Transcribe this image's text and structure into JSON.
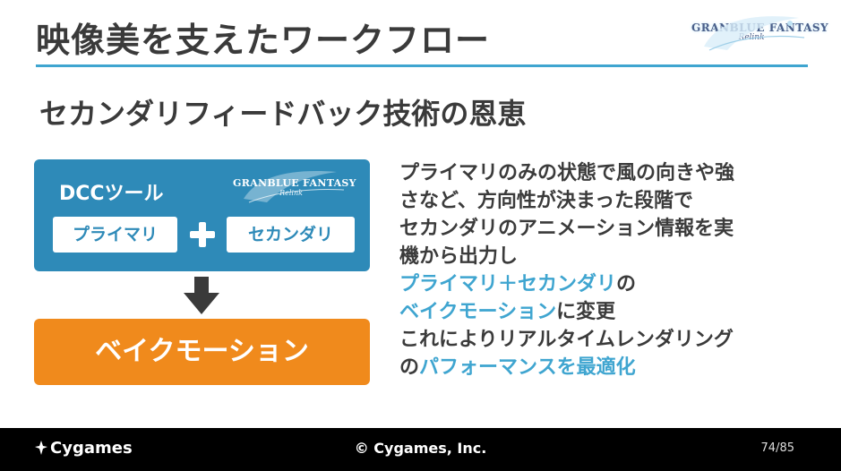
{
  "slide": {
    "title": "映像美を支えたワークフロー",
    "subtitle": "セカンダリフィードバック技術の恩恵",
    "logo": {
      "main": "GRANBLUE FANTASY",
      "sub": "Relink"
    }
  },
  "diagram": {
    "dcc_label": "DCCツール",
    "dcc_logo": {
      "main": "GRANBLUE FANTASY",
      "sub": "Relink"
    },
    "primary": "プライマリ",
    "secondary": "セカンダリ",
    "result": "ベイクモーション"
  },
  "description": {
    "line1": "プライマリのみの状態で風の向きや強",
    "line2": "さなど、方向性が決まった段階で",
    "line3": "セカンダリのアニメーション情報を実",
    "line4": "機から出力し",
    "line5_hl": "プライマリ＋セカンダリ",
    "line5_rest": "の",
    "line6_hl": "ベイクモーション",
    "line6_rest": "に変更",
    "line7": "これによりリアルタイムレンダリング",
    "line8_pre": "の",
    "line8_hl": "パフォーマンスを最適化"
  },
  "footer": {
    "brand": "Cygames",
    "copyright": "© Cygames, Inc.",
    "page": "74/85"
  },
  "colors": {
    "accent_blue": "#3fa5d0",
    "panel_blue": "#2e8ab8",
    "orange": "#f08a1c"
  }
}
